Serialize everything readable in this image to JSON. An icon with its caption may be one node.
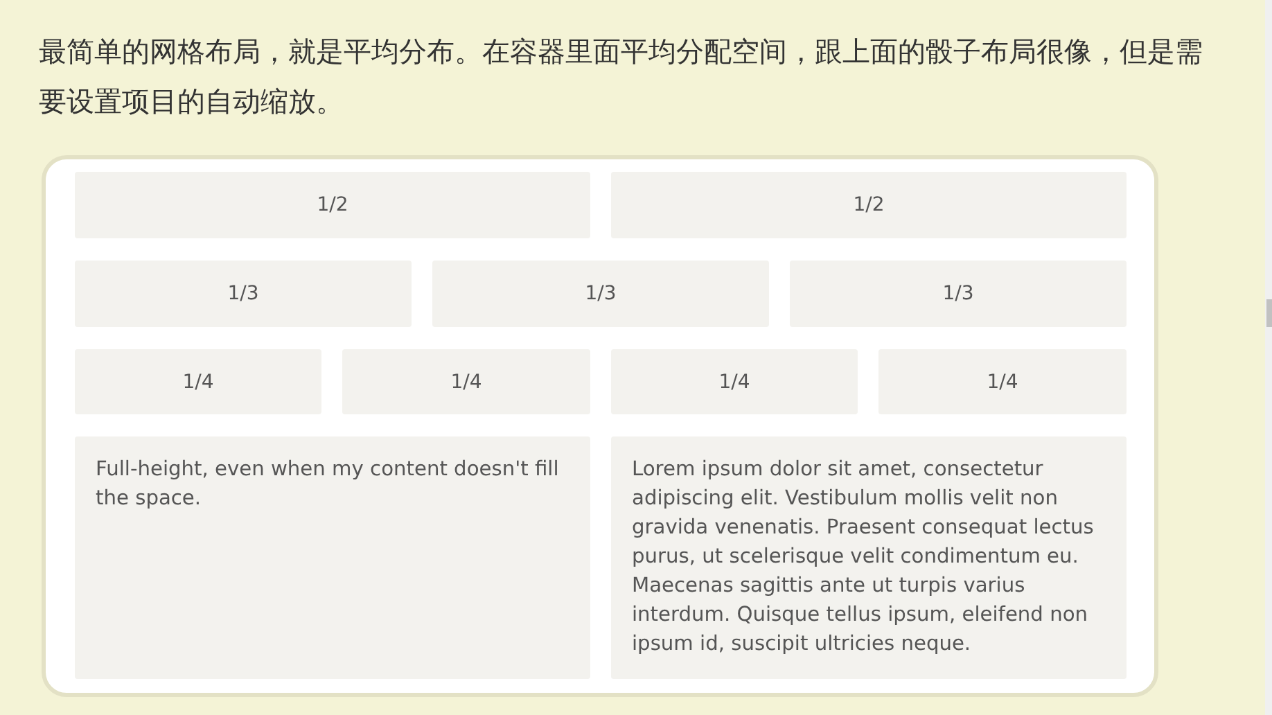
{
  "diagram": {
    "nodes": [
      {
        "text": [],
        "shape": "box"
      },
      {
        "text": [
          "1/2"
        ],
        "in": 0
      },
      {
        "text": [
          "1/2"
        ],
        "in": 0
      },
      {
        "text": [
          "1/3"
        ],
        "in": 0
      },
      {
        "text": [
          "1/3"
        ],
        "in": 0
      },
      {
        "text": [
          "1/3"
        ],
        "in": 0
      },
      {
        "text": [
          "1/4"
        ],
        "in": 0
      },
      {
        "text": [
          "1/4"
        ],
        "in": 0
      },
      {
        "text": [
          "1/4"
        ],
        "in": 0
      },
      {
        "text": [
          "1/4"
        ],
        "in": 0
      },
      {
        "text": [
          "Full-height, even when my content doesn't fill the space."
        ],
        "in": 0
      },
      {
        "text": [
          "Lorem ipsum dolor sit amet, consectetur adipiscing elit. Vestibulum mollis velit non gravida venenatis. Praesent consequat lectus purus, ut scelerisque velit condimentum eu. Maecenas sagittis ante ut turpis varius interdum. Quisque tellus ipsum, eleifend non ipsum id, suscipit ultricies neque."
        ],
        "in": 0
      }
    ],
    "labels": [
      "最简单的网格布局，就是平均分布。在容器里面平均分配空间，跟上面的骰子布局很像，但是需要设置项目的自动缩放。"
    ]
  }
}
